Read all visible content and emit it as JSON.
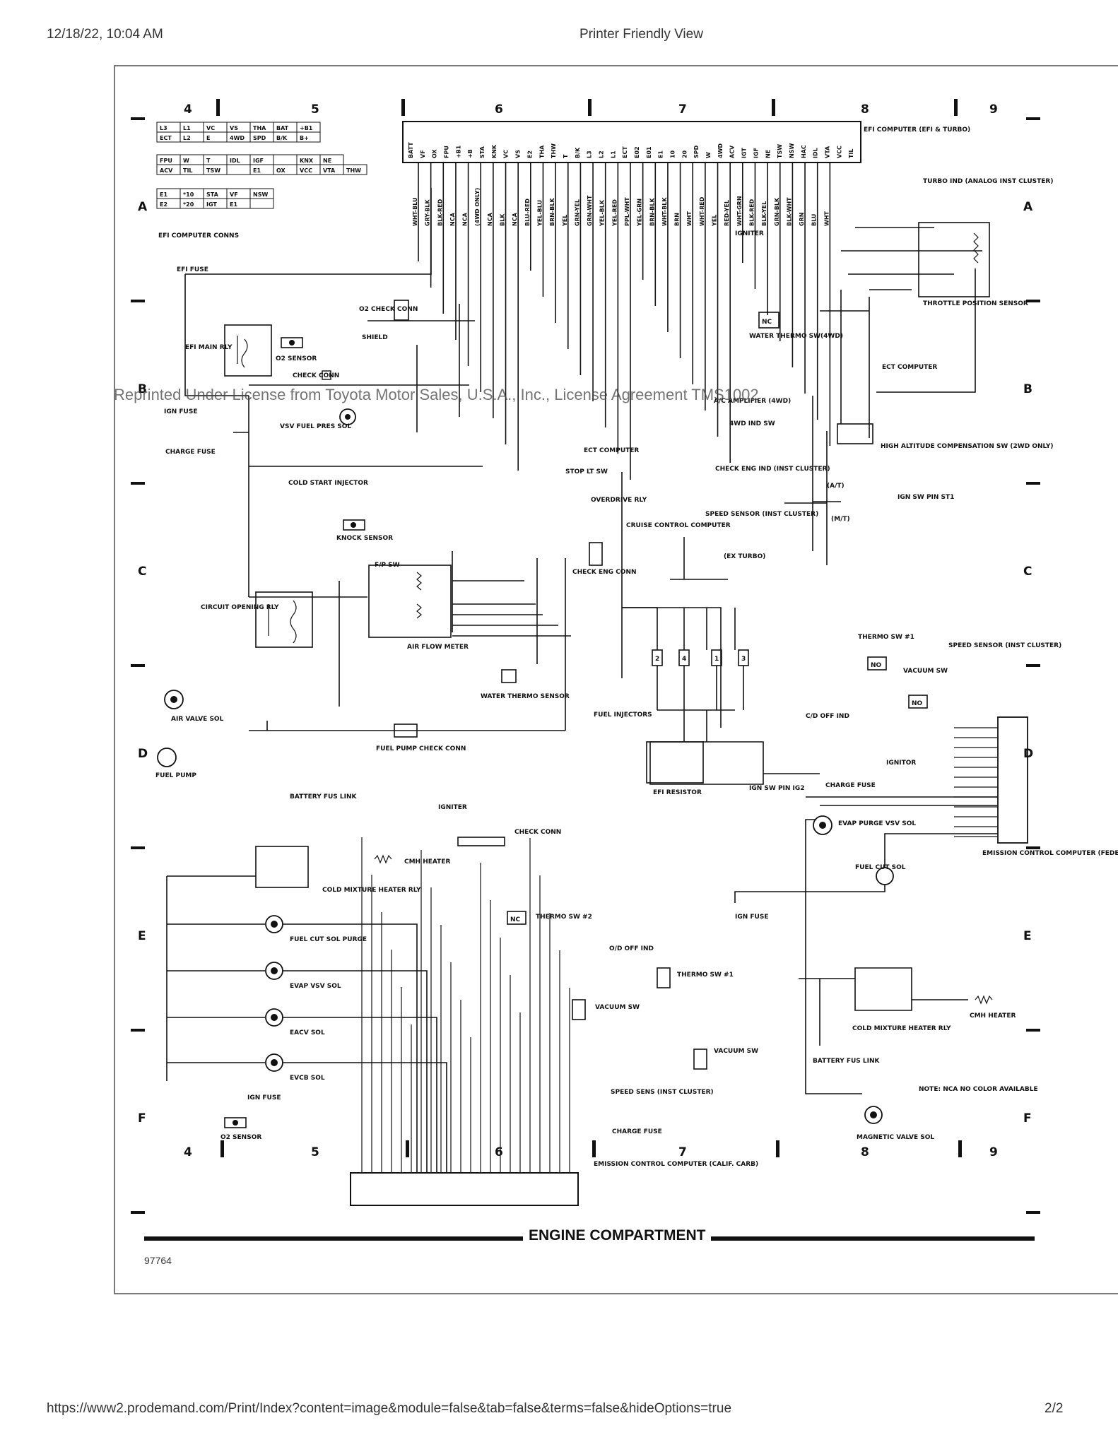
{
  "header": {
    "datetime": "12/18/22, 10:04 AM",
    "title": "Printer Friendly View"
  },
  "footer": {
    "url": "https://www2.prodemand.com/Print/Index?content=image&module=false&tab=false&terms=false&hideOptions=true",
    "page": "2/2"
  },
  "watermark": "Reprinted Under License from Toyota Motor Sales, U.S.A., Inc., License Agreement TMS1002",
  "diagram": {
    "title": "ENGINE COMPARTMENT",
    "figure_number": "97764",
    "grid_columns": [
      "4",
      "5",
      "6",
      "7",
      "8",
      "9"
    ],
    "grid_rows": [
      "A",
      "B",
      "C",
      "D",
      "E",
      "F"
    ],
    "connector_table": [
      [
        "L3",
        "L1",
        "VC",
        "VS",
        "THA",
        "BAT",
        "+B1"
      ],
      [
        "ECT",
        "L2",
        "E",
        "4WD",
        "SPD",
        "B/K",
        "B+"
      ],
      [
        "FPU",
        "W",
        "T",
        "IDL",
        "IGF",
        "",
        "KNX",
        "NE"
      ],
      [
        "ACV",
        "TIL",
        "TSW",
        "",
        "E1",
        "OX",
        "VCC",
        "VTA",
        "THW"
      ],
      [
        "E1",
        "*10",
        "STA",
        "VF",
        "NSW"
      ],
      [
        "E2",
        "*20",
        "IGT",
        "E1",
        ""
      ]
    ],
    "ecu_pins": [
      "BATT",
      "VF",
      "OX",
      "FPU",
      "+B1",
      "+B",
      "STA",
      "KNK",
      "VC",
      "VS",
      "E2",
      "THA",
      "THW",
      "T",
      "B/K",
      "L3",
      "L2",
      "L1",
      "ECT",
      "E02",
      "E01",
      "E1",
      "10",
      "20",
      "SPD",
      "W",
      "4WD",
      "ACV",
      "IGT",
      "IGF",
      "NE",
      "TSW",
      "NSW",
      "HAC",
      "IDL",
      "VTA",
      "VCC",
      "TIL"
    ],
    "wire_colors_top": [
      "WHT-BLU",
      "GRY-BLK",
      "BLK-RED",
      "NCA",
      "NCA",
      "(4WD ONLY)",
      "NCA",
      "BLK",
      "NCA",
      "BLU-RED",
      "YEL-BLU",
      "BRN-BLK",
      "YEL",
      "GRN-YEL",
      "GRN-WHT",
      "YEL-BLK",
      "YEL-RED",
      "PPL-WHT",
      "YEL-GRN",
      "BRN-BLK",
      "WHT-BLK",
      "BRN",
      "WHT",
      "WHT-RED",
      "YEL",
      "RED-YEL",
      "WHT-GRN",
      "BLK-RED",
      "BLK-YEL",
      "GRN-BLK",
      "BLK-WHT",
      "GRN",
      "BLU",
      "WHT"
    ],
    "labels": {
      "efi_computer": "EFI COMPUTER (EFI & TURBO)",
      "efi_computer_conns": "EFI COMPUTER CONNS",
      "turbo_ind": "TURBO IND (ANALOG INST CLUSTER)",
      "throttle_sensor": "THROTTLE POSITION SENSOR",
      "efi_fuse": "EFI FUSE",
      "efi_main_rly": "EFI MAIN RLY",
      "o2_check_conn": "O2 CHECK CONN",
      "o2_sensor": "O2 SENSOR",
      "shield": "SHIELD",
      "check_conn": "CHECK CONN",
      "ign_fuse": "IGN FUSE",
      "vsv_fuel": "VSV FUEL PRES SOL",
      "charge_fuse": "CHARGE FUSE",
      "igniter": "IGNITER",
      "water_thermo": "WATER THERMO SW(4WD)",
      "ect_computer": "ECT COMPUTER",
      "ac_amplifier": "A/C AMPLIFIER (4WD)",
      "ect_computer2": "ECT COMPUTER",
      "ind_4wd": "4WD IND SW",
      "high_alt": "HIGH ALTITUDE COMPENSATION SW (2WD ONLY)",
      "check_eng_ind": "CHECK ENG IND (INST CLUSTER)",
      "stop_lt": "STOP LT SW",
      "overdrive_rly": "OVERDRIVE RLY",
      "cold_start": "COLD START INJECTOR",
      "ign_sw": "IGN SW PIN ST1",
      "at": "(A/T)",
      "mt": "(M/T)",
      "knock_sensor": "KNOCK SENSOR",
      "cruise": "CRUISE CONTROL COMPUTER",
      "speed_sensor": "SPEED SENSOR (INST CLUSTER)",
      "ex_turbo": "(EX TURBO)",
      "check_eng_conn": "CHECK ENG CONN",
      "fp_sw": "F/P SW",
      "circuit_opening": "CIRCUIT OPENING RLY",
      "air_flow": "AIR FLOW METER",
      "water_thermo_sensor": "WATER THERMO SENSOR",
      "fuel_injectors": "FUEL INJECTORS",
      "thermo_sw1": "THERMO SW #1",
      "speed_sensor2": "SPEED SENSOR (INST CLUSTER)",
      "vacuum_sw": "VACUUM SW",
      "air_valve": "AIR VALVE SOL",
      "fuel_pump_check": "FUEL PUMP CHECK CONN",
      "fuel_pump": "FUEL PUMP",
      "efi_resistor": "EFI RESISTOR",
      "ign_sw_ig2": "IGN SW PIN IG2",
      "cd_off_ind": "C/D OFF IND",
      "ignitor": "IGNITOR",
      "charge_fuse2": "CHARGE FUSE",
      "battery_fus": "BATTERY FUS LINK",
      "igniter2": "IGNITER",
      "check_conn2": "CHECK CONN",
      "cmh_heater": "CMH HEATER",
      "cold_mixture": "COLD MIXTURE HEATER RLY",
      "evap_purge": "EVAP PURGE VSV SOL",
      "fuel_cut_sol": "FUEL CUT SOL",
      "emission_fed": "EMISSION CONTROL COMPUTER (FEDERAL, CARB)",
      "thermo_sw2": "THERMO SW #2",
      "fuel_cut_purge": "FUEL CUT SOL PURGE",
      "od_off_ind": "O/D OFF IND",
      "evap_vsv": "EVAP VSV SOL",
      "eacv_sol": "EACV SOL",
      "evcb_sol": "EVCB SOL",
      "thermo_sw1b": "THERMO SW #1",
      "vacuum_sw2": "VACUUM SW",
      "vacuum_sw3": "VACUUM SW",
      "ign_fuse2": "IGN FUSE",
      "speed_sens": "SPEED SENS (INST CLUSTER)",
      "charge_fuse3": "CHARGE FUSE",
      "o2_sensor2": "O2 SENSOR",
      "emission_calif": "EMISSION CONTROL COMPUTER (CALIF. CARB)",
      "cold_mixture2": "COLD MIXTURE HEATER RLY",
      "cmh_heater2": "CMH HEATER",
      "battery_fus2": "BATTERY FUS LINK",
      "note": "NOTE: NCA NO COLOR AVAILABLE",
      "magnetic_valve": "MAGNETIC VALVE SOL",
      "ign_fuse3": "IGN FUSE"
    }
  }
}
